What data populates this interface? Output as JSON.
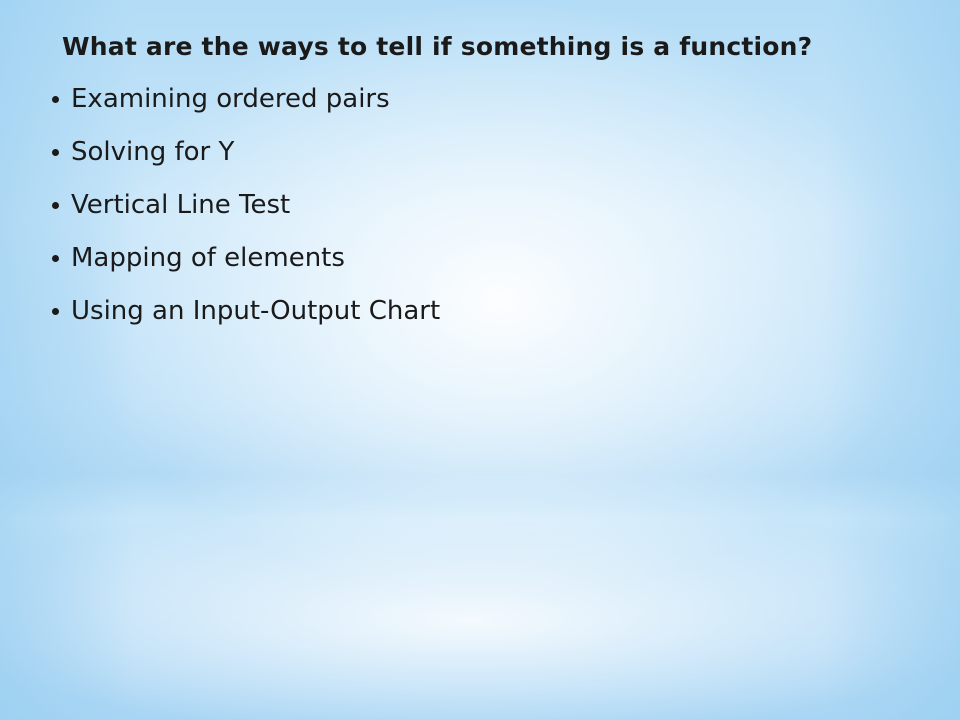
{
  "slide": {
    "title": "What are the ways to tell if something is a function?",
    "bullets": [
      "Examining ordered pairs",
      "Solving for Y",
      "Vertical Line Test",
      "Mapping of elements",
      "Using an Input-Output Chart"
    ],
    "colors": {
      "background_edge": "#a8d5f4",
      "background_center": "#ffffff",
      "text": "#1a1a1a"
    }
  }
}
